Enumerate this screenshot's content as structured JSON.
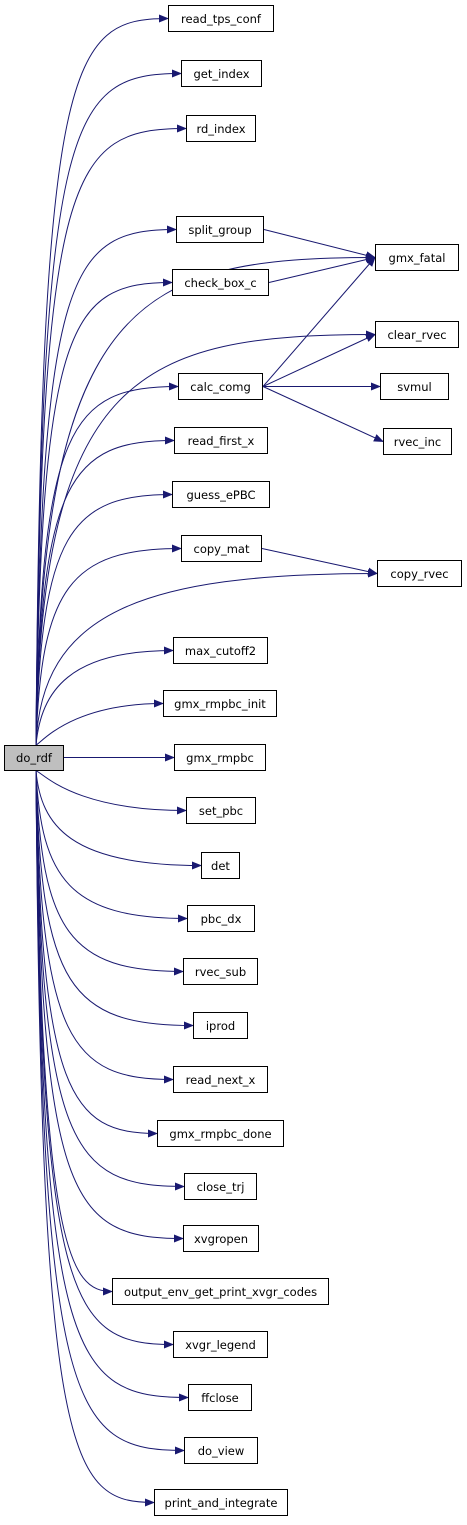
{
  "graph": {
    "root": {
      "id": "do_rdf",
      "label": "do_rdf"
    },
    "nodes": [
      {
        "id": "read_tps_conf",
        "label": "read_tps_conf"
      },
      {
        "id": "get_index",
        "label": "get_index"
      },
      {
        "id": "rd_index",
        "label": "rd_index"
      },
      {
        "id": "split_group",
        "label": "split_group"
      },
      {
        "id": "gmx_fatal",
        "label": "gmx_fatal"
      },
      {
        "id": "check_box_c",
        "label": "check_box_c"
      },
      {
        "id": "clear_rvec",
        "label": "clear_rvec"
      },
      {
        "id": "calc_comg",
        "label": "calc_comg"
      },
      {
        "id": "svmul",
        "label": "svmul"
      },
      {
        "id": "rvec_inc",
        "label": "rvec_inc"
      },
      {
        "id": "read_first_x",
        "label": "read_first_x"
      },
      {
        "id": "guess_ePBC",
        "label": "guess_ePBC"
      },
      {
        "id": "copy_mat",
        "label": "copy_mat"
      },
      {
        "id": "copy_rvec",
        "label": "copy_rvec"
      },
      {
        "id": "max_cutoff2",
        "label": "max_cutoff2"
      },
      {
        "id": "gmx_rmpbc_init",
        "label": "gmx_rmpbc_init"
      },
      {
        "id": "gmx_rmpbc",
        "label": "gmx_rmpbc"
      },
      {
        "id": "set_pbc",
        "label": "set_pbc"
      },
      {
        "id": "det",
        "label": "det"
      },
      {
        "id": "pbc_dx",
        "label": "pbc_dx"
      },
      {
        "id": "rvec_sub",
        "label": "rvec_sub"
      },
      {
        "id": "iprod",
        "label": "iprod"
      },
      {
        "id": "read_next_x",
        "label": "read_next_x"
      },
      {
        "id": "gmx_rmpbc_done",
        "label": "gmx_rmpbc_done"
      },
      {
        "id": "close_trj",
        "label": "close_trj"
      },
      {
        "id": "xvgropen",
        "label": "xvgropen"
      },
      {
        "id": "output_env_get_print_xvgr_codes",
        "label": "output_env_get_print_xvgr_codes"
      },
      {
        "id": "xvgr_legend",
        "label": "xvgr_legend"
      },
      {
        "id": "ffclose",
        "label": "ffclose"
      },
      {
        "id": "do_view",
        "label": "do_view"
      },
      {
        "id": "print_and_integrate",
        "label": "print_and_integrate"
      }
    ],
    "edges": [
      [
        "do_rdf",
        "read_tps_conf"
      ],
      [
        "do_rdf",
        "get_index"
      ],
      [
        "do_rdf",
        "rd_index"
      ],
      [
        "do_rdf",
        "gmx_fatal"
      ],
      [
        "do_rdf",
        "split_group"
      ],
      [
        "do_rdf",
        "check_box_c"
      ],
      [
        "do_rdf",
        "clear_rvec"
      ],
      [
        "do_rdf",
        "calc_comg"
      ],
      [
        "do_rdf",
        "read_first_x"
      ],
      [
        "do_rdf",
        "guess_ePBC"
      ],
      [
        "do_rdf",
        "copy_mat"
      ],
      [
        "do_rdf",
        "copy_rvec"
      ],
      [
        "do_rdf",
        "max_cutoff2"
      ],
      [
        "do_rdf",
        "gmx_rmpbc_init"
      ],
      [
        "do_rdf",
        "gmx_rmpbc"
      ],
      [
        "do_rdf",
        "set_pbc"
      ],
      [
        "do_rdf",
        "det"
      ],
      [
        "do_rdf",
        "pbc_dx"
      ],
      [
        "do_rdf",
        "rvec_sub"
      ],
      [
        "do_rdf",
        "iprod"
      ],
      [
        "do_rdf",
        "read_next_x"
      ],
      [
        "do_rdf",
        "gmx_rmpbc_done"
      ],
      [
        "do_rdf",
        "close_trj"
      ],
      [
        "do_rdf",
        "xvgropen"
      ],
      [
        "do_rdf",
        "output_env_get_print_xvgr_codes"
      ],
      [
        "do_rdf",
        "xvgr_legend"
      ],
      [
        "do_rdf",
        "ffclose"
      ],
      [
        "do_rdf",
        "do_view"
      ],
      [
        "do_rdf",
        "print_and_integrate"
      ],
      [
        "split_group",
        "gmx_fatal"
      ],
      [
        "check_box_c",
        "gmx_fatal"
      ],
      [
        "calc_comg",
        "gmx_fatal"
      ],
      [
        "calc_comg",
        "clear_rvec"
      ],
      [
        "calc_comg",
        "svmul"
      ],
      [
        "calc_comg",
        "rvec_inc"
      ],
      [
        "copy_mat",
        "copy_rvec"
      ]
    ],
    "colors": {
      "edge": "#191970",
      "root_fill": "#bfbfbf",
      "node_fill": "#ffffff",
      "border": "#000000"
    }
  }
}
